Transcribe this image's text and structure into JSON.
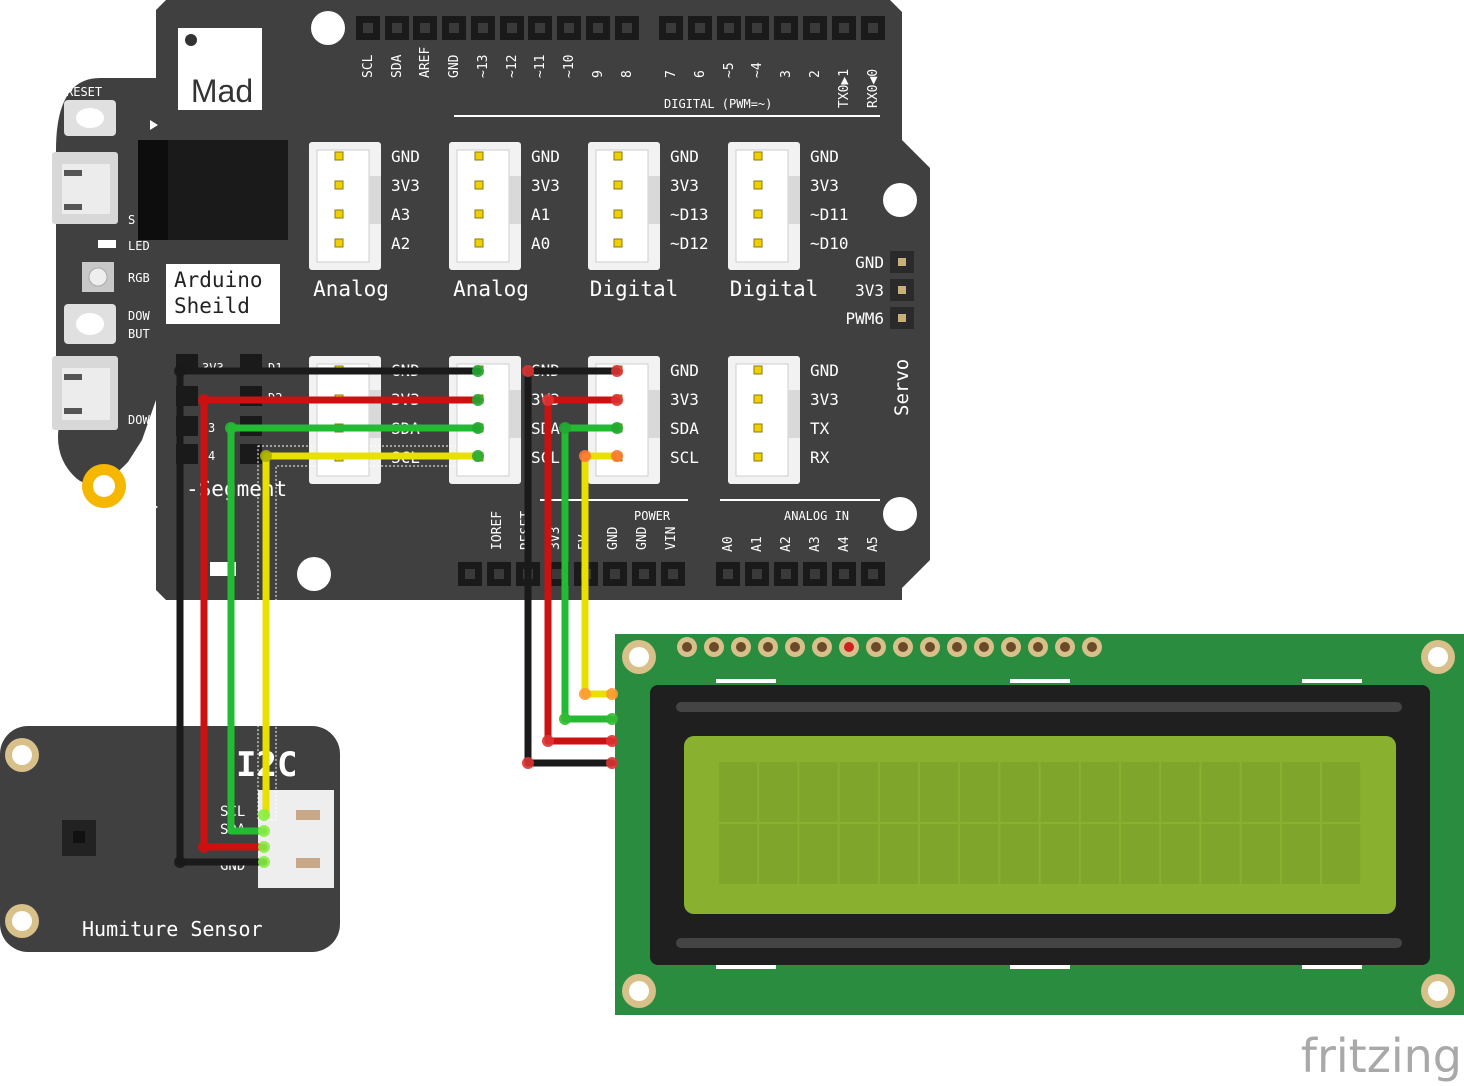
{
  "shield": {
    "brand": "Mad",
    "title_lines": [
      "Arduino",
      "Sheild"
    ],
    "reset_label": "RESET",
    "led_label": "LED",
    "rgb_label": "RGB",
    "s_label": "S",
    "dow_but_lines": [
      "DOW",
      "BUT"
    ],
    "dow_label": "DOW",
    "digital_header_pins": [
      "SCL",
      "SDA",
      "AREF",
      "GND",
      "~13",
      "~12",
      "~11",
      "~10",
      "9",
      "8",
      "7",
      "6",
      "~5",
      "~4",
      "3",
      "2",
      "TX0▶1",
      "RX0◀0"
    ],
    "digital_caption": "DIGITAL (PWM=~)",
    "power_caption": "POWER",
    "power_pins": [
      "IOREF",
      "RESET",
      "3V3",
      "5V",
      "GND",
      "GND",
      "VIN"
    ],
    "analog_caption": "ANALOG IN",
    "analog_pins": [
      "A0",
      "A1",
      "A2",
      "A3",
      "A4",
      "A5"
    ],
    "top_connectors": [
      {
        "pins": [
          "GND",
          "3V3",
          "A3",
          "A2"
        ],
        "name": "Analog"
      },
      {
        "pins": [
          "GND",
          "3V3",
          "A1",
          "A0"
        ],
        "name": "Analog"
      },
      {
        "pins": [
          "GND",
          "3V3",
          "~D13",
          "~D12"
        ],
        "name": "Digital"
      },
      {
        "pins": [
          "GND",
          "3V3",
          "~D11",
          "~D10"
        ],
        "name": "Digital"
      }
    ],
    "bottom_connectors": [
      {
        "pins": [
          "GND",
          "3V3",
          "SDA",
          "SCL"
        ]
      },
      {
        "pins": [
          "GND",
          "3V3",
          "SDA",
          "SCL"
        ]
      },
      {
        "pins": [
          "GND",
          "3V3",
          "SDA",
          "SCL"
        ]
      },
      {
        "pins": [
          "GND",
          "3V3",
          "TX",
          "RX"
        ]
      }
    ],
    "servo_pins": [
      "GND",
      "3V3",
      "PWM6"
    ],
    "servo_label": "Servo",
    "segment_label": "-Segment",
    "segment_pins": [
      "3V3",
      "D1",
      "D2",
      "3",
      "4"
    ]
  },
  "sensor": {
    "title": "Humiture Sensor",
    "bus": "I2C",
    "pins": [
      "SCL",
      "SDA",
      "GND"
    ]
  },
  "lcd": {
    "columns": 16,
    "rows": 2,
    "header_pin_count": 16
  },
  "wires": [
    {
      "name": "GND",
      "color": "#1a1a1a"
    },
    {
      "name": "3V3",
      "color": "#cc1111"
    },
    {
      "name": "SDA",
      "color": "#22bb33"
    },
    {
      "name": "SCL",
      "color": "#e8e000"
    }
  ],
  "colors": {
    "board": "#404040",
    "lcd_pcb": "#2a8c3f",
    "lcd_screen": "#8ab030",
    "mount_hole": "#d8c08a"
  },
  "watermark": "fritzing"
}
